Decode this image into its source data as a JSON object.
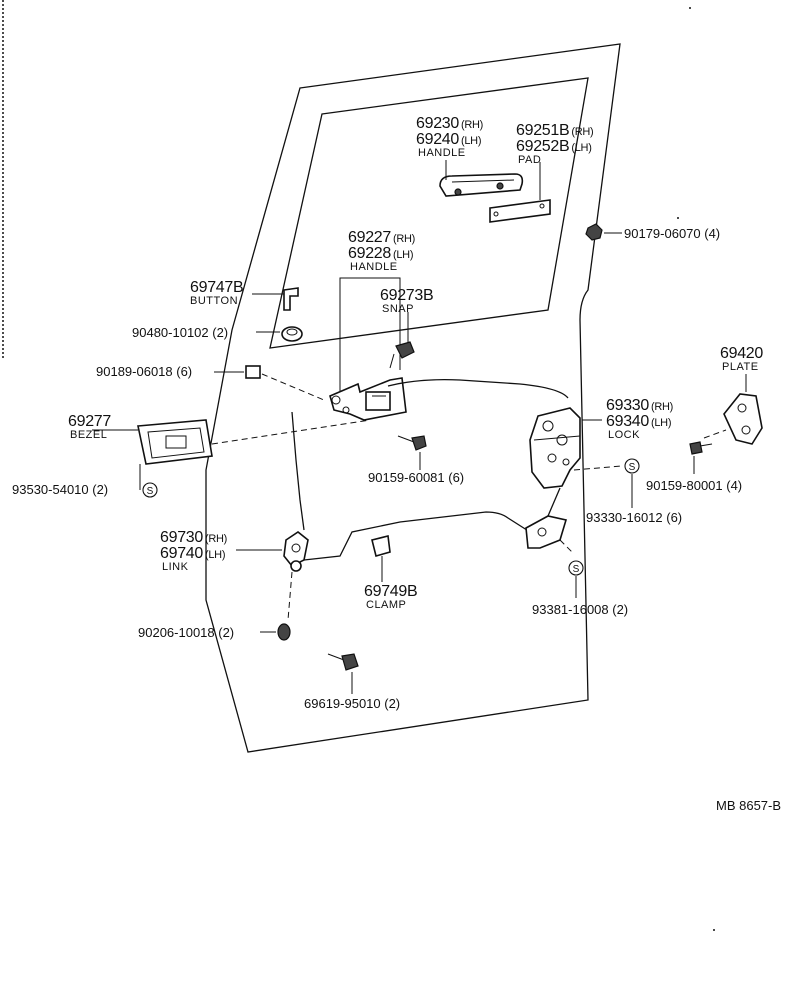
{
  "parts": {
    "handle_outer": {
      "pn1": "69230",
      "side1": "(RH)",
      "pn2": "69240",
      "side2": "(LH)",
      "desc": "HANDLE"
    },
    "pad": {
      "pn1": "69251B",
      "side1": "(RH)",
      "pn2": "69252B",
      "side2": "(LH)",
      "desc": "PAD"
    },
    "nut_top": {
      "pn": "90179-06070 (4)"
    },
    "handle_inner": {
      "pn1": "69227",
      "side1": "(RH)",
      "pn2": "69228",
      "side2": "(LH)",
      "desc": "HANDLE"
    },
    "button": {
      "pn": "69747B",
      "desc": "BUTTON"
    },
    "snap": {
      "pn": "69273B",
      "desc": "SNAP"
    },
    "grommet": {
      "pn": "90480-10102 (2)"
    },
    "nut_left": {
      "pn": "90189-06018 (6)"
    },
    "plate": {
      "pn": "69420",
      "desc": "PLATE"
    },
    "lock": {
      "pn1": "69330",
      "side1": "(RH)",
      "pn2": "69340",
      "side2": "(LH)",
      "desc": "LOCK"
    },
    "bezel": {
      "pn": "69277",
      "desc": "BEZEL"
    },
    "screw_center": {
      "pn": "90159-60081 (6)"
    },
    "screw_right": {
      "pn": "90159-80001 (4)"
    },
    "screw_bezel": {
      "pn": "93530-54010 (2)"
    },
    "screw_lock": {
      "pn": "93330-16012 (6)"
    },
    "link": {
      "pn1": "69730",
      "side1": "(RH)",
      "pn2": "69740",
      "side2": "(LH)",
      "desc": "LINK"
    },
    "clamp": {
      "pn": "69749B",
      "desc": "CLAMP"
    },
    "screw_link": {
      "pn": "93381-16008 (2)"
    },
    "washer": {
      "pn": "90206-10018 (2)"
    },
    "bolt_bottom": {
      "pn": "69619-95010 (2)"
    }
  },
  "symbols": {
    "screw_mark": "S"
  },
  "reference": "MB 8657-B"
}
